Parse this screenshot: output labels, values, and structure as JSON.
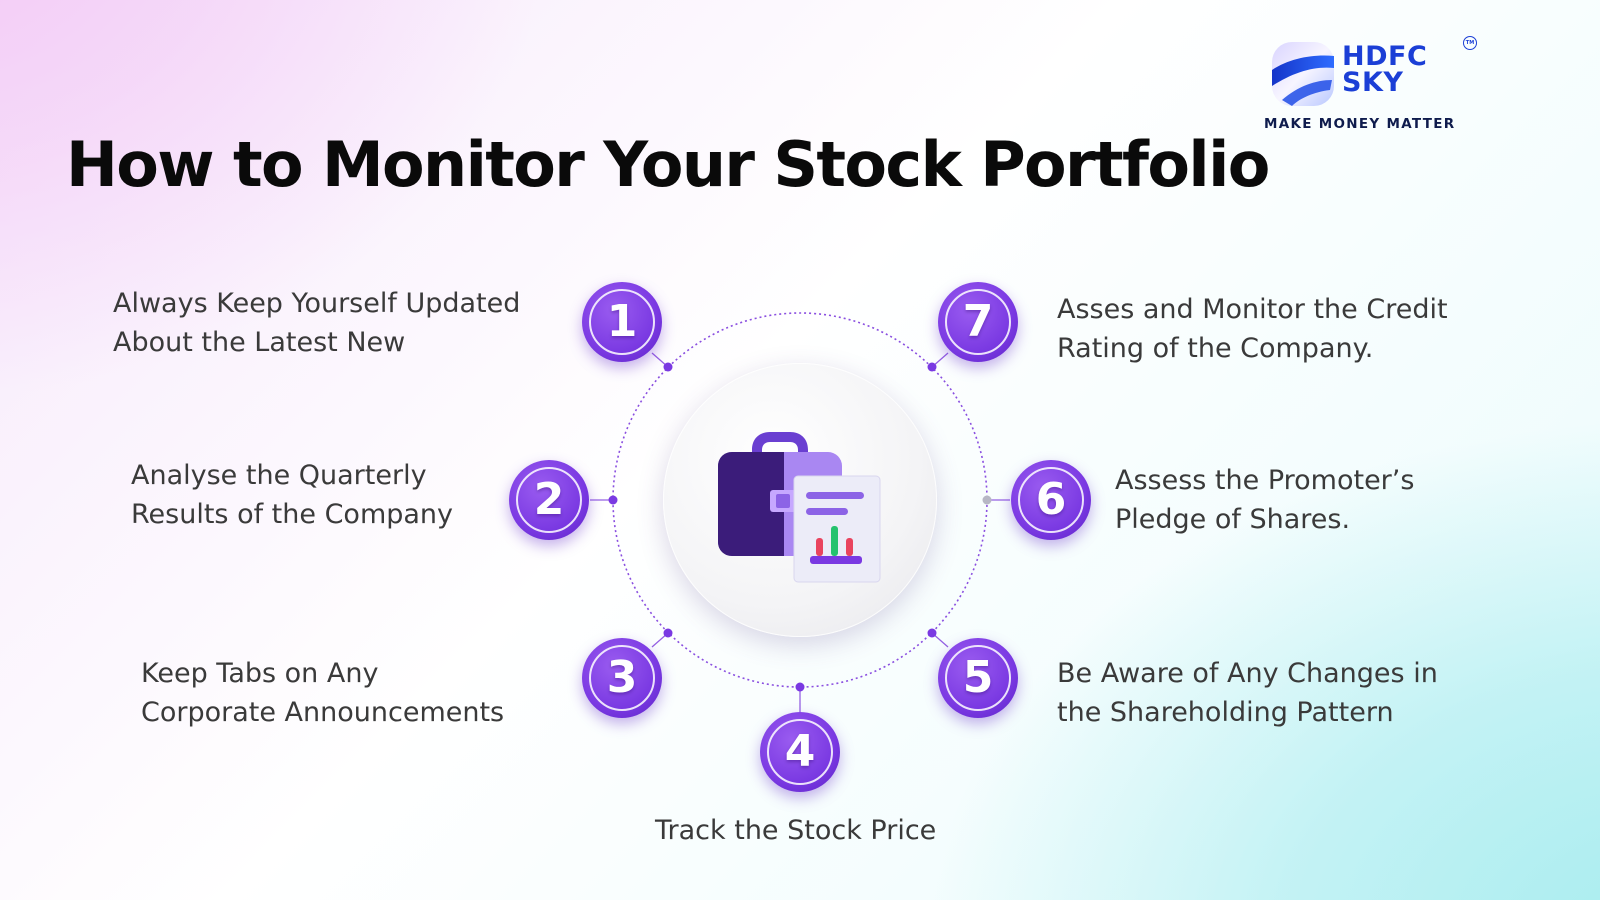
{
  "title": "How to Monitor Your Stock Portfolio",
  "logo": {
    "line1": "HDFC",
    "line2": "SKY",
    "trademark": "TM",
    "tagline": "MAKE MONEY MATTER",
    "brand_color": "#1b3fd6"
  },
  "colors": {
    "badge": "#7a39e2",
    "connector": "#8a4fe0",
    "text": "#3a3a3a"
  },
  "center_icon": "briefcase-with-report-icon",
  "steps": [
    {
      "number": "1",
      "line1": "Always Keep Yourself Updated",
      "line2": "About the Latest New"
    },
    {
      "number": "2",
      "line1": "Analyse the Quarterly",
      "line2": "Results of the Company"
    },
    {
      "number": "3",
      "line1": "Keep Tabs on Any",
      "line2": "Corporate Announcements"
    },
    {
      "number": "4",
      "line1": "Track the Stock Price",
      "line2": ""
    },
    {
      "number": "5",
      "line1": "Be Aware of Any Changes in",
      "line2": "the Shareholding Pattern"
    },
    {
      "number": "6",
      "line1": "Assess the Promoter’s",
      "line2": "Pledge of Shares."
    },
    {
      "number": "7",
      "line1": "Asses and Monitor the Credit",
      "line2": "Rating of the Company."
    }
  ]
}
